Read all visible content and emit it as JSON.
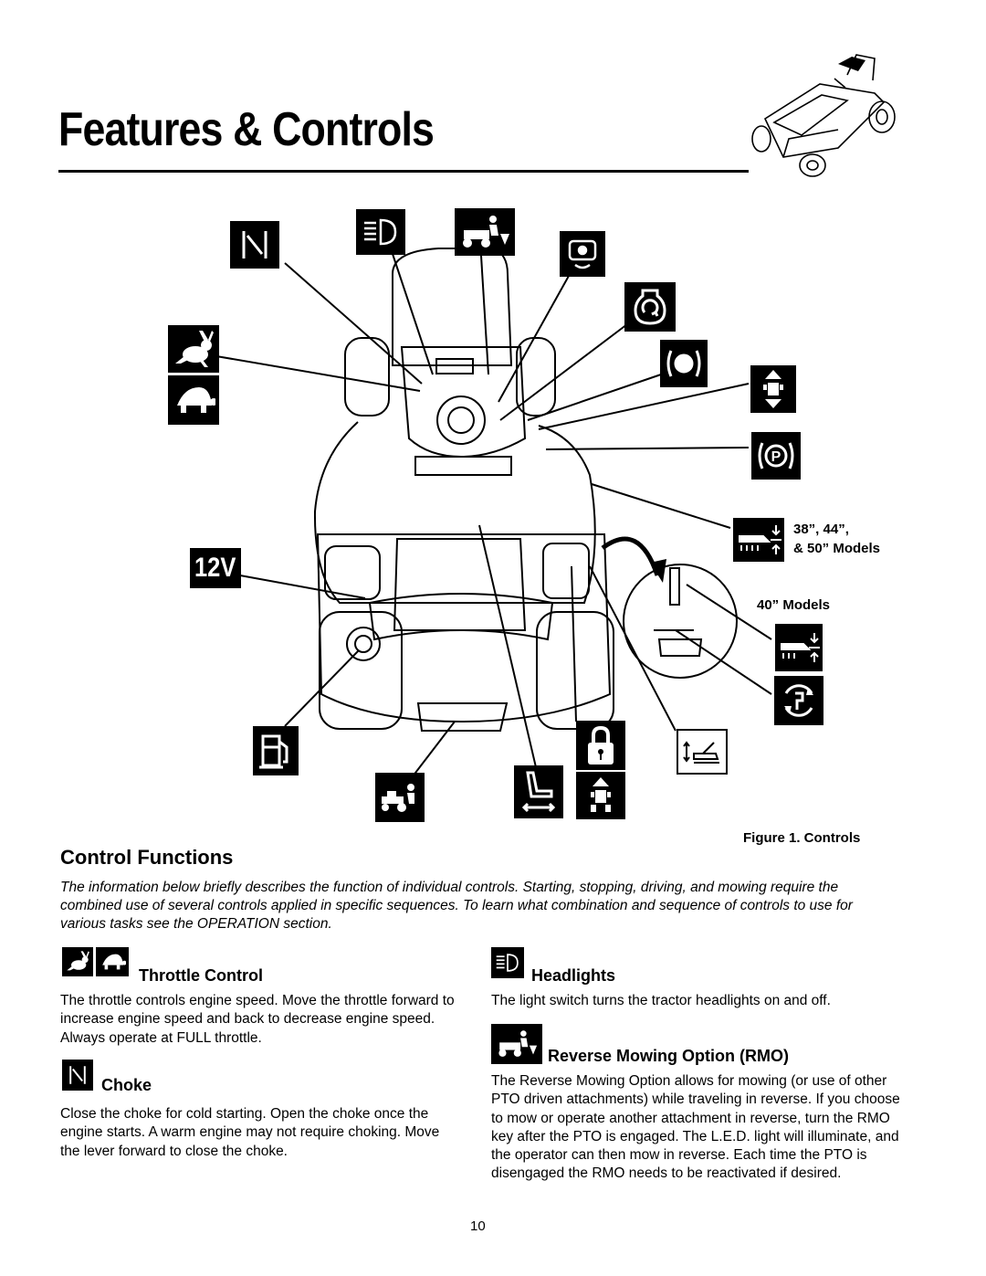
{
  "page": {
    "title": "Features & Controls",
    "page_number": "10"
  },
  "figure": {
    "caption": "Figure 1. Controls",
    "voltage_label": "12V",
    "note_models_a_line1": "38”, 44”,",
    "note_models_a_line2": "& 50” Models",
    "note_models_b": "40” Models",
    "icons": [
      "choke-icon",
      "headlight-icon",
      "rmo-icon",
      "ignition-icon",
      "engine-icon",
      "pto-icon",
      "travel-direction-icon",
      "parking-brake-icon",
      "rabbit-icon",
      "turtle-icon",
      "battery-12v-icon",
      "mower-deck-lift-icon",
      "rmo-key-icon",
      "fuel-icon",
      "tractor-mower-icon",
      "seat-adjust-icon",
      "lock-icon",
      "drive-icon",
      "deck-height-icon"
    ]
  },
  "control_functions": {
    "heading": "Control Functions",
    "intro": "The information below briefly describes the function of individual controls.  Starting, stopping, driving, and mowing require the combined use of several controls applied in specific sequences.  To learn what combination and sequence of controls to use for various tasks see the OPERATION section."
  },
  "sections": {
    "throttle": {
      "heading": "Throttle Control",
      "body": "The throttle controls engine speed. Move the throttle forward to increase engine speed and back to decrease engine speed.  Always operate at FULL throttle."
    },
    "choke": {
      "heading": "Choke",
      "body": "Close the choke for cold starting. Open the choke once the engine starts.  A warm engine may not require choking.  Move the lever forward to close the choke."
    },
    "headlights": {
      "heading": "Headlights",
      "body": "The light switch turns the tractor headlights on and off."
    },
    "rmo": {
      "heading": "Reverse Mowing Option (RMO)",
      "body": "The Reverse Mowing Option allows for mowing (or use of other PTO driven attachments) while traveling in reverse.  If you choose to mow or operate another attachment in reverse, turn the RMO key after the PTO is engaged.  The L.E.D. light will illuminate, and the operator can then mow in reverse.  Each time the PTO is disengaged the RMO needs to be reactivated if desired."
    }
  }
}
